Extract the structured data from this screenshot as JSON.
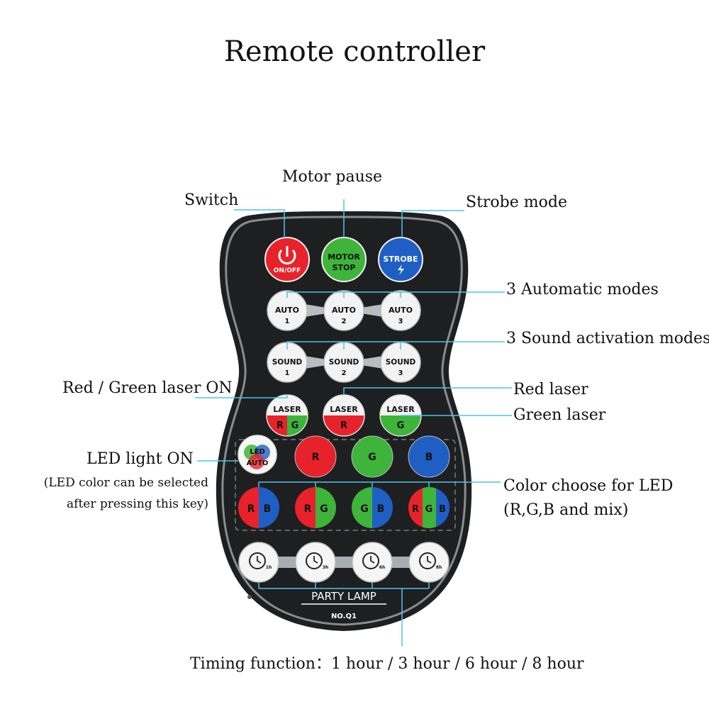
{
  "title": "Remote controller",
  "labels": {
    "motor_pause": "Motor pause",
    "switch": "Switch",
    "strobe_mode": "Strobe mode",
    "auto_modes": "3 Automatic modes",
    "sound_modes": "3 Sound activation modes",
    "rg_laser_on": "Red / Green laser ON",
    "red_laser": "Red laser",
    "green_laser": "Green laser",
    "led_light_on": "LED light ON",
    "led_note_1": "(LED color can be selected",
    "led_note_2": "after pressing this key)",
    "color_choose": "Color choose for LED",
    "color_choose_sub": "(R,G,B and mix)",
    "timing": "Timing function：1 hour / 3 hour / 6 hour / 8 hour"
  },
  "remote": {
    "brand": "PARTY LAMP",
    "model": "NO.Q1",
    "buttons": {
      "power": "ON/OFF",
      "motor_1": "MOTOR",
      "motor_2": "STOP",
      "strobe": "STROBE",
      "auto": "AUTO",
      "auto_nums": [
        "1",
        "2",
        "3"
      ],
      "sound": "SOUND",
      "sound_nums": [
        "1",
        "2",
        "3"
      ],
      "laser": "LASER",
      "laser_rg": [
        "R",
        "G"
      ],
      "laser_r": "R",
      "laser_g": "G",
      "led_1": "LED",
      "led_2": "AUTO",
      "color_r": "R",
      "color_g": "G",
      "color_b": "B",
      "mix_rb": [
        "R",
        "B"
      ],
      "mix_rg": [
        "R",
        "G"
      ],
      "mix_gb": [
        "G",
        "B"
      ],
      "mix_rgb": [
        "R",
        "G",
        "B"
      ],
      "timers": [
        "1h",
        "3h",
        "6h",
        "8h"
      ]
    }
  },
  "colors": {
    "red": "#e8222b",
    "green": "#3eb43a",
    "blue": "#1f5fc4",
    "body": "#1d1f21",
    "callout": "#4fc3e8"
  }
}
